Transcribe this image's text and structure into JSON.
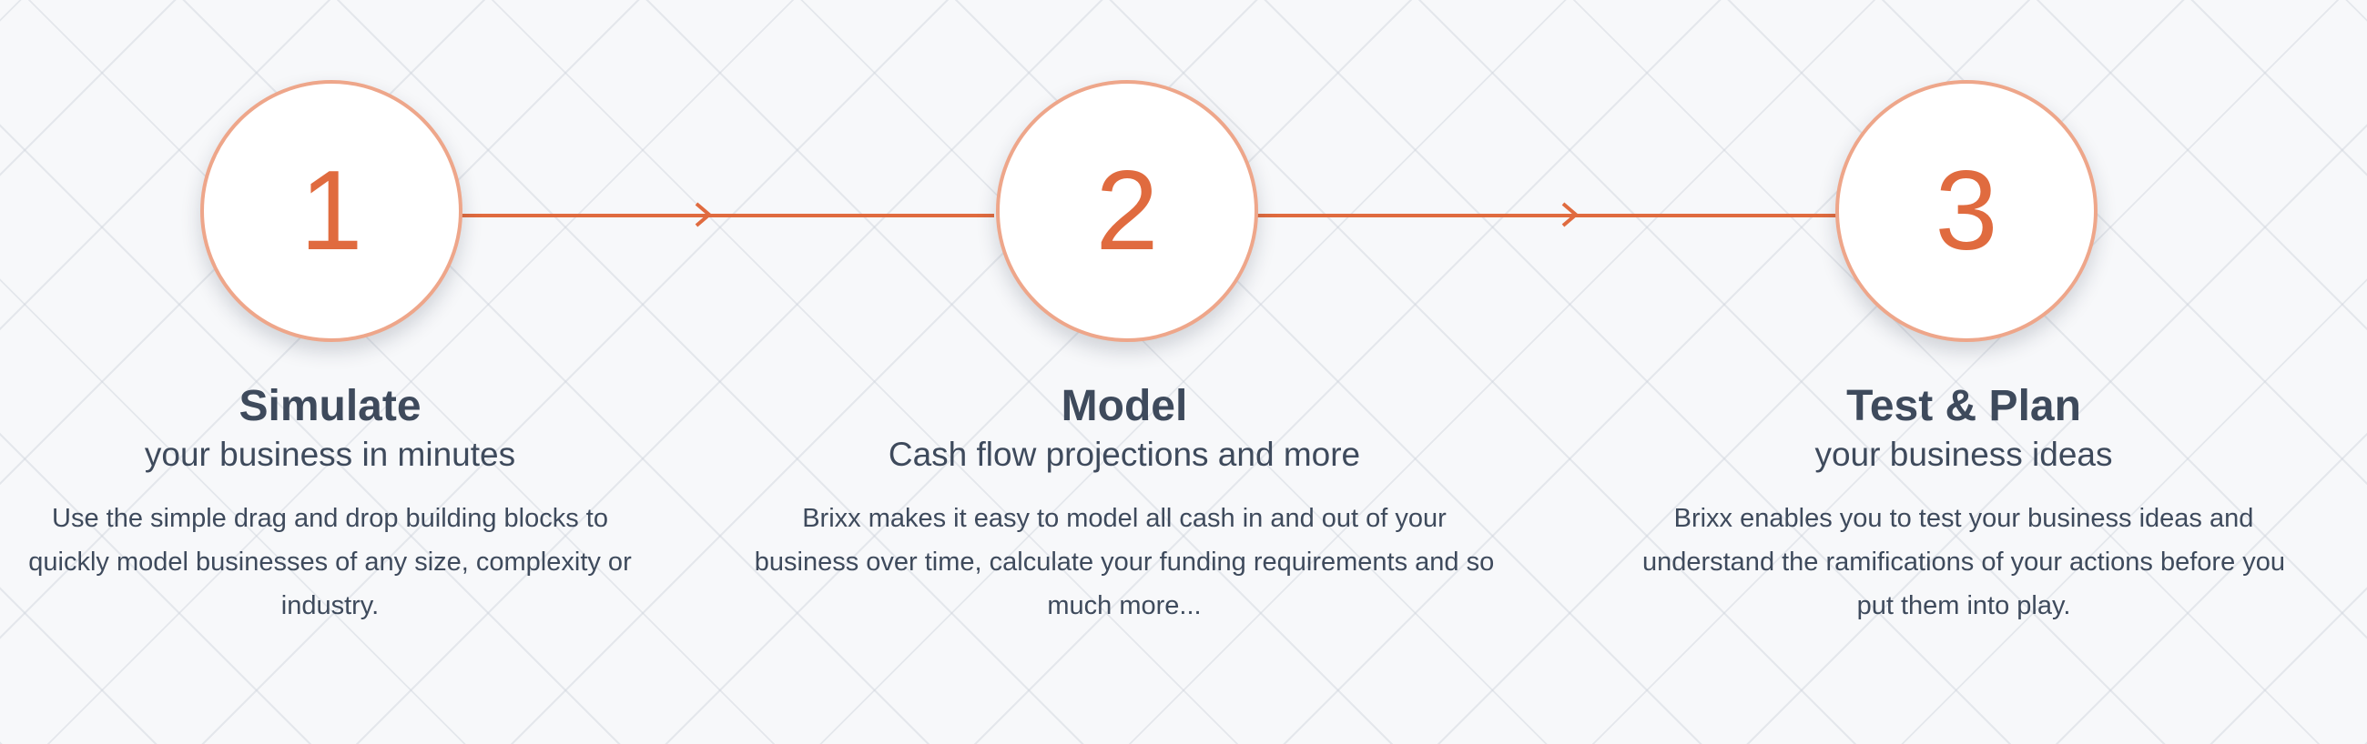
{
  "colors": {
    "accent": "#e06b3f",
    "circle_border": "#eea68a",
    "text": "#3e4a5c",
    "background": "#f7f8fa"
  },
  "steps": [
    {
      "number": "1",
      "title": "Simulate",
      "subtitle": "your business in minutes",
      "description": "Use the simple drag and drop building blocks to quickly model businesses of any size, complexity or industry."
    },
    {
      "number": "2",
      "title": "Model",
      "subtitle": "Cash flow projections and more",
      "description": "Brixx makes it easy to model all cash in and out of your business over time, calculate your funding requirements and so much more..."
    },
    {
      "number": "3",
      "title": "Test & Plan",
      "subtitle": "your business ideas",
      "description": "Brixx enables you to test your business ideas and understand the ramifications of your actions before you put them into play."
    }
  ],
  "connectors": [
    {
      "icon": "chevron-right-icon"
    },
    {
      "icon": "chevron-right-icon"
    }
  ]
}
